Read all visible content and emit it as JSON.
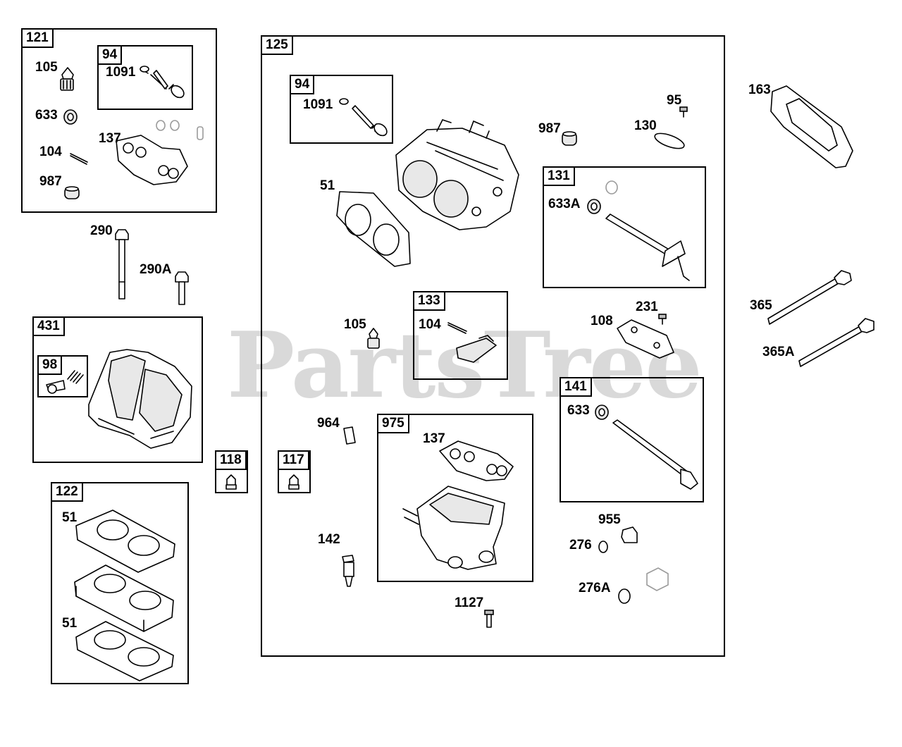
{
  "watermark": "PartsTree",
  "groups": {
    "g121": "121",
    "g94a": "94",
    "g125": "125",
    "g94b": "94",
    "g431": "431",
    "g98": "98",
    "g122": "122",
    "g118": "118",
    "g117": "117",
    "g131": "131",
    "g133": "133",
    "g975": "975",
    "g141": "141"
  },
  "callouts": {
    "c105a": "105",
    "c1091a": "1091",
    "c633a": "633",
    "c137a": "137",
    "c104a": "104",
    "c987a": "987",
    "c290": "290",
    "c290A": "290A",
    "c51a": "51",
    "c51b": "51",
    "c1091b": "1091",
    "c51c": "51",
    "c987b": "987",
    "c95": "95",
    "c130": "130",
    "c633A": "633A",
    "c163": "163",
    "c365": "365",
    "c365A": "365A",
    "c105b": "105",
    "c104b": "104",
    "c108": "108",
    "c231": "231",
    "c633b": "633",
    "c964": "964",
    "c137b": "137",
    "c142": "142",
    "c955": "955",
    "c276": "276",
    "c276A": "276A",
    "c1127": "1127"
  }
}
